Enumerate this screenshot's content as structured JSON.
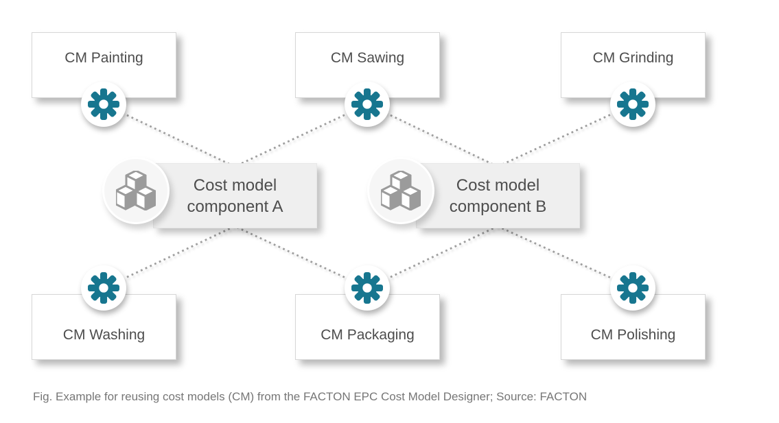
{
  "diagram": {
    "caption": "Fig. Example for reusing cost models (CM) from the FACTON EPC Cost Model Designer; Source: FACTON",
    "cm_nodes": [
      {
        "label": "CM Painting",
        "position": "top-left",
        "icon": "gear-icon"
      },
      {
        "label": "CM Sawing",
        "position": "top-center",
        "icon": "gear-icon"
      },
      {
        "label": "CM Grinding",
        "position": "top-right",
        "icon": "gear-icon"
      },
      {
        "label": "CM Washing",
        "position": "bottom-left",
        "icon": "gear-icon"
      },
      {
        "label": "CM Packaging",
        "position": "bottom-center",
        "icon": "gear-icon"
      },
      {
        "label": "CM Polishing",
        "position": "bottom-right",
        "icon": "gear-icon"
      }
    ],
    "components": [
      {
        "label": "Cost model component A",
        "icon": "cubes-icon"
      },
      {
        "label": "Cost model component B",
        "icon": "cubes-icon"
      }
    ],
    "connections": [
      {
        "from": "CM Painting",
        "to": "Cost model component A"
      },
      {
        "from": "CM Sawing",
        "to": "Cost model component A"
      },
      {
        "from": "CM Sawing",
        "to": "Cost model component B"
      },
      {
        "from": "CM Grinding",
        "to": "Cost model component B"
      },
      {
        "from": "CM Washing",
        "to": "Cost model component A"
      },
      {
        "from": "CM Packaging",
        "to": "Cost model component A"
      },
      {
        "from": "CM Packaging",
        "to": "Cost model component B"
      },
      {
        "from": "CM Polishing",
        "to": "Cost model component B"
      }
    ],
    "colors": {
      "gear_teal": "#17768f",
      "cube_gray": "#9b9b9b",
      "connector_gray": "#9e9e9e",
      "box_border": "#d6d6d6",
      "component_fill": "#efefef",
      "label_text": "#4d4d4d",
      "caption_text": "#767676"
    }
  }
}
